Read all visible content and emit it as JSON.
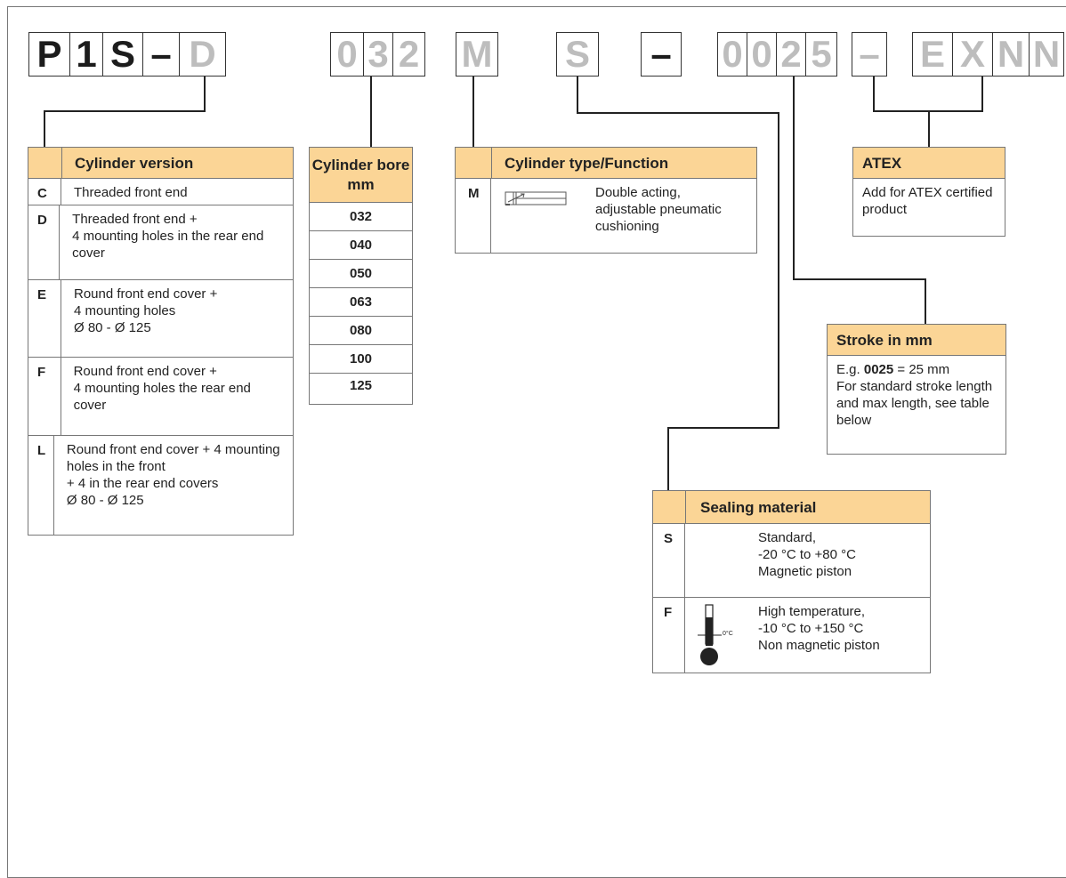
{
  "model_code": {
    "chars": [
      "P",
      "1",
      "S",
      "–",
      "D",
      "0",
      "3",
      "2",
      "M",
      "S",
      "–",
      "0",
      "0",
      "2",
      "5",
      "–",
      "E",
      "X",
      "N",
      "N"
    ]
  },
  "cylinder_version": {
    "title": "Cylinder version",
    "rows": [
      {
        "code": "C",
        "desc": "Threaded front end"
      },
      {
        "code": "D",
        "desc": "Threaded front end +\n4 mounting holes in the rear end cover"
      },
      {
        "code": "E",
        "desc": "Round front end cover +\n4 mounting holes\nØ 80 - Ø 125"
      },
      {
        "code": "F",
        "desc": "Round front end cover +\n4 mounting holes the rear end cover"
      },
      {
        "code": "L",
        "desc": "Round front end cover + 4 mounting holes in the front\n+ 4 in the rear end covers\nØ 80 - Ø 125"
      }
    ]
  },
  "cylinder_bore": {
    "title_line1": "Cylinder bore",
    "title_line2": "mm",
    "values": [
      "032",
      "040",
      "050",
      "063",
      "080",
      "100",
      "125"
    ]
  },
  "cylinder_type": {
    "title": "Cylinder type/Function",
    "code": "M",
    "desc": "Double acting,\nadjustable pneumatic\ncushioning",
    "icon": "double-acting-cylinder-icon"
  },
  "atex": {
    "title": "ATEX",
    "desc": "Add for ATEX certified product"
  },
  "stroke": {
    "title": "Stroke in mm",
    "example_prefix": "E.g. ",
    "example_bold": "0025",
    "example_suffix": " = 25 mm",
    "desc": "For standard stroke length and max length, see table below"
  },
  "sealing_material": {
    "title": "Sealing material",
    "rows": [
      {
        "code": "S",
        "desc": "Standard,\n-20 °C to +80 °C\nMagnetic piston"
      },
      {
        "code": "F",
        "desc": "High temperature,\n-10 °C to +150 °C\nNon magnetic piston",
        "icon": "thermometer-icon",
        "icon_label": "0°C"
      }
    ]
  },
  "colors": {
    "header_fill": "#fbd596",
    "grey_code": "#bdbdbd",
    "dark_code": "#1c1c1c"
  }
}
